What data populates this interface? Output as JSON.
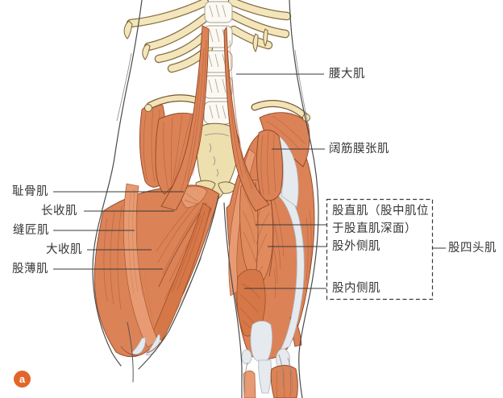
{
  "panel": {
    "badge": "a"
  },
  "labels": {
    "psoas_major": "腰大肌",
    "tensor_fasciae_latae": "阔筋膜张肌",
    "pectineus": "耻骨肌",
    "adductor_longus": "长收肌",
    "sartorius": "缝匠肌",
    "adductor_magnus": "大收肌",
    "gracilis": "股薄肌",
    "rectus_femoris_note_line1": "股直肌（股中肌位",
    "rectus_femoris_note_line2": "于股直肌深面）",
    "vastus_lateralis": "股外侧肌",
    "vastus_medialis": "股内侧肌",
    "quadriceps_femoris": "股四头肌"
  },
  "colors": {
    "badge_background": "#E2662B",
    "muscle": "#DC8257",
    "bone": "#F2E4B8",
    "tendon": "#E6EAEF",
    "annotation_line": "#3A3A3A"
  }
}
